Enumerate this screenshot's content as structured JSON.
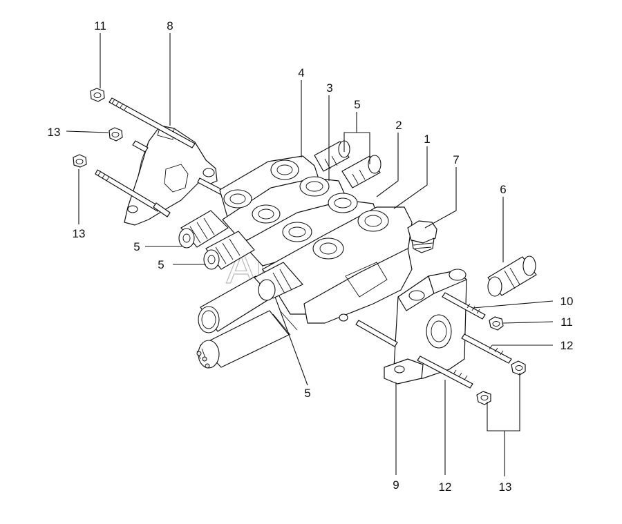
{
  "watermark": "AutoSoft",
  "callouts": [
    {
      "id": "c-11-top",
      "text": "11"
    },
    {
      "id": "c-8",
      "text": "8"
    },
    {
      "id": "c-13-left",
      "text": "13"
    },
    {
      "id": "c-13-lower-left",
      "text": "13"
    },
    {
      "id": "c-4",
      "text": "4"
    },
    {
      "id": "c-3",
      "text": "3"
    },
    {
      "id": "c-5-top",
      "text": "5"
    },
    {
      "id": "c-2",
      "text": "2"
    },
    {
      "id": "c-1",
      "text": "1"
    },
    {
      "id": "c-7",
      "text": "7"
    },
    {
      "id": "c-6",
      "text": "6"
    },
    {
      "id": "c-5-left-a",
      "text": "5"
    },
    {
      "id": "c-5-left-b",
      "text": "5"
    },
    {
      "id": "c-5-bottom",
      "text": "5"
    },
    {
      "id": "c-10",
      "text": "10"
    },
    {
      "id": "c-11-right",
      "text": "11"
    },
    {
      "id": "c-12-right",
      "text": "12"
    },
    {
      "id": "c-9",
      "text": "9"
    },
    {
      "id": "c-12-bottom",
      "text": "12"
    },
    {
      "id": "c-13-bottom",
      "text": "13"
    }
  ]
}
